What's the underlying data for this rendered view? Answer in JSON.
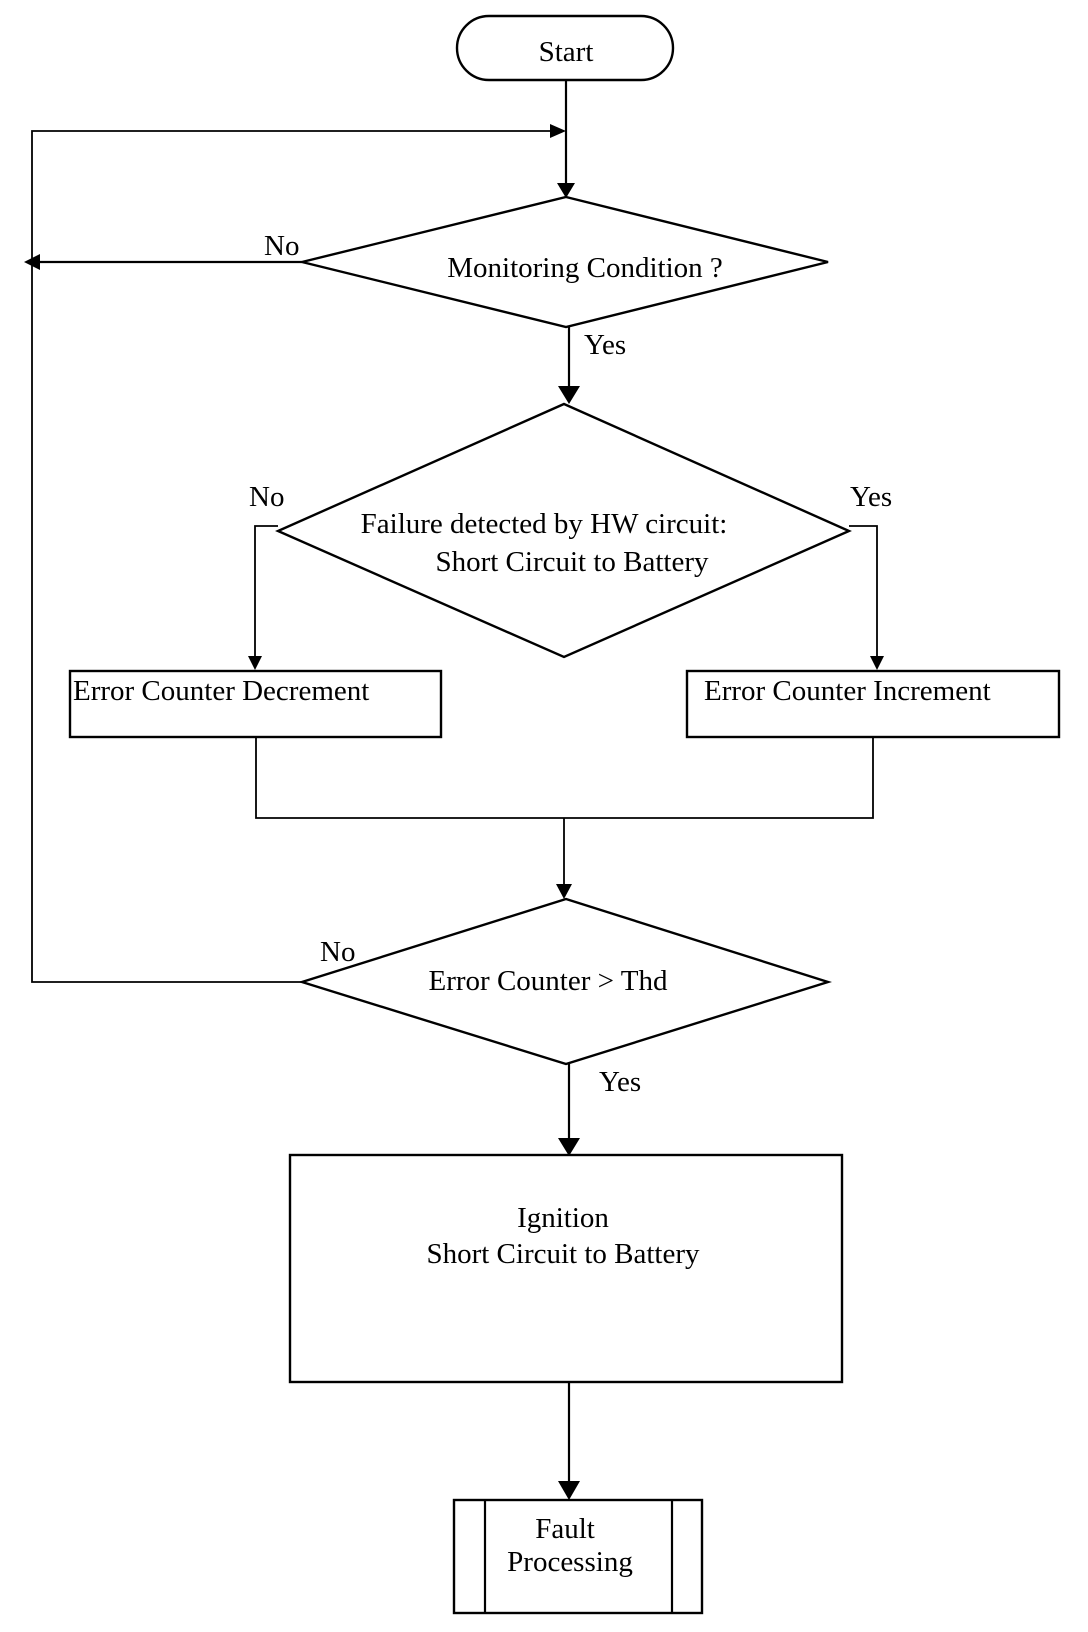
{
  "nodes": {
    "start": "Start",
    "monitoring": "Monitoring Condition ?",
    "failure_line1": "Failure detected by HW circuit:",
    "failure_line2": "Short Circuit to Battery",
    "decrement": "Error Counter Decrement",
    "increment": "Error Counter Increment",
    "threshold": "Error Counter >  Thd",
    "ignition_line1": "Ignition",
    "ignition_line2": "Short Circuit to Battery",
    "fault_line1": "Fault",
    "fault_line2": "Processing"
  },
  "edges": {
    "monitoring_no": "No",
    "monitoring_yes": "Yes",
    "failure_no": "No",
    "failure_yes": "Yes",
    "threshold_no": "No",
    "threshold_yes": "Yes"
  }
}
